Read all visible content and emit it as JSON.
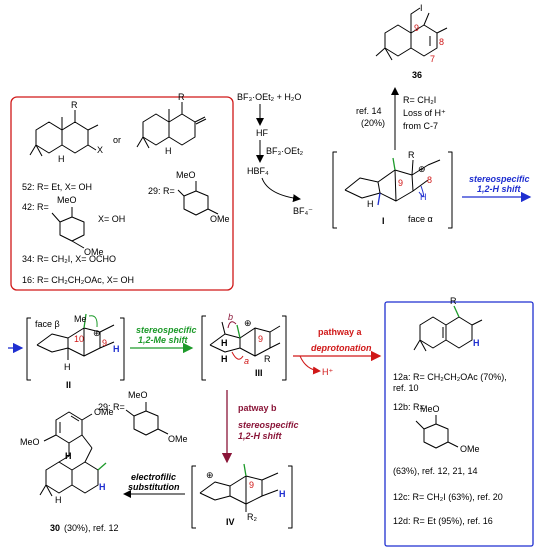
{
  "product36": {
    "label": "36",
    "atom9": "9",
    "atom8": "8",
    "atom7": "7",
    "iodine": "I"
  },
  "note36": {
    "ref": "ref. 14",
    "yield": "(20%)",
    "r": "R= CH₂I",
    "loss1": "Loss of H⁺",
    "loss2": "from C-7"
  },
  "reagents": {
    "bf3": "BF₃·OEt₂ + H₂O",
    "hf": "HF",
    "bf3b": "BF₃·OEt₂",
    "hbf4": "HBF₄",
    "bf4": "BF₄⁻"
  },
  "substrates": {
    "or": "or",
    "r": "R",
    "x": "X",
    "h": "H",
    "s52": "52: R= Et, X= OH",
    "s42_label": "42: R=",
    "s42_meo": "MeO",
    "s42_ome": "OMe",
    "s42_x": "X= OH",
    "s29_label": "29: R=",
    "s29_meo": "MeO",
    "s29_ome": "OMe",
    "s34": "34: R= CH₂I, X= OCHO",
    "s16": "16: R= CH₂CH₂OAc, X= OH"
  },
  "intI": {
    "label": "I",
    "face": "face α",
    "r": "R",
    "plus": "⊕",
    "atom9": "9",
    "atom8": "8",
    "h": "H"
  },
  "arrow1": {
    "line1": "stereospecific",
    "line2": "1,2-H shift"
  },
  "intII": {
    "label": "II",
    "face": "face β",
    "me": "Me",
    "atom10": "10",
    "atom9": "9",
    "h": "H",
    "h2": "H",
    "plus": "⊕"
  },
  "arrow2": {
    "line1": "stereospecific",
    "line2": "1,2-Me shift"
  },
  "intIII": {
    "label": "III",
    "b": "b",
    "a": "a",
    "atom9": "9",
    "r": "R",
    "h": "H",
    "plus": "⊕"
  },
  "pathA": {
    "title": "pathway a",
    "sub": "deprotonation",
    "hplus": "H⁺"
  },
  "box12": {
    "r": "R",
    "h": "H",
    "a": "12a: R= CH₂CH₂OAc (70%),",
    "a_ref": "ref. 10",
    "b_label": "12b: R=",
    "b_meo": "MeO",
    "b_ome": "OMe",
    "b_ref": "(63%), ref. 12, 21, 14",
    "c": "12c: R= CH₂I (63%), ref. 20",
    "d": "12d: R= Et (95%), ref. 16"
  },
  "r29": {
    "label": "29: R=",
    "meo": "MeO",
    "ome": "OMe"
  },
  "pathB": {
    "title": "patway b",
    "line1": "stereospecific",
    "line2": "1,2-H shift"
  },
  "intIV": {
    "label": "IV",
    "r2": "R₂",
    "atom9": "9",
    "h": "H",
    "plus": "⊕"
  },
  "arrow3": {
    "line1": "electrofilic",
    "line2": "substitution"
  },
  "product30": {
    "label": "30",
    "caption": "(30%), ref. 12",
    "ome": "OMe",
    "meo": "MeO",
    "h": "H",
    "h2": "H"
  }
}
